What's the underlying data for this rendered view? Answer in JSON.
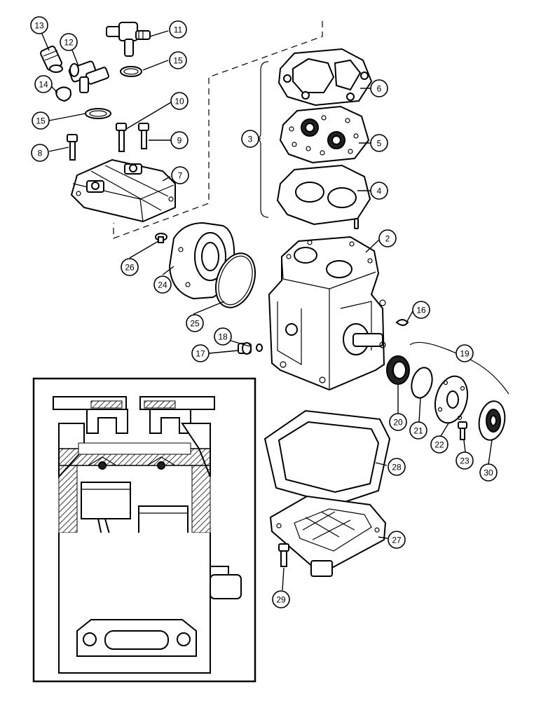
{
  "diagram": {
    "callouts": [
      {
        "label": "2"
      },
      {
        "label": "3"
      },
      {
        "label": "4"
      },
      {
        "label": "5"
      },
      {
        "label": "6"
      },
      {
        "label": "7"
      },
      {
        "label": "8"
      },
      {
        "label": "9"
      },
      {
        "label": "10"
      },
      {
        "label": "11"
      },
      {
        "label": "12"
      },
      {
        "label": "13"
      },
      {
        "label": "14"
      },
      {
        "label": "15"
      },
      {
        "label": "15"
      },
      {
        "label": "16"
      },
      {
        "label": "17"
      },
      {
        "label": "18"
      },
      {
        "label": "19"
      },
      {
        "label": "20"
      },
      {
        "label": "21"
      },
      {
        "label": "22"
      },
      {
        "label": "23"
      },
      {
        "label": "24"
      },
      {
        "label": "25"
      },
      {
        "label": "26"
      },
      {
        "label": "27"
      },
      {
        "label": "28"
      },
      {
        "label": "29"
      },
      {
        "label": "30"
      }
    ]
  }
}
